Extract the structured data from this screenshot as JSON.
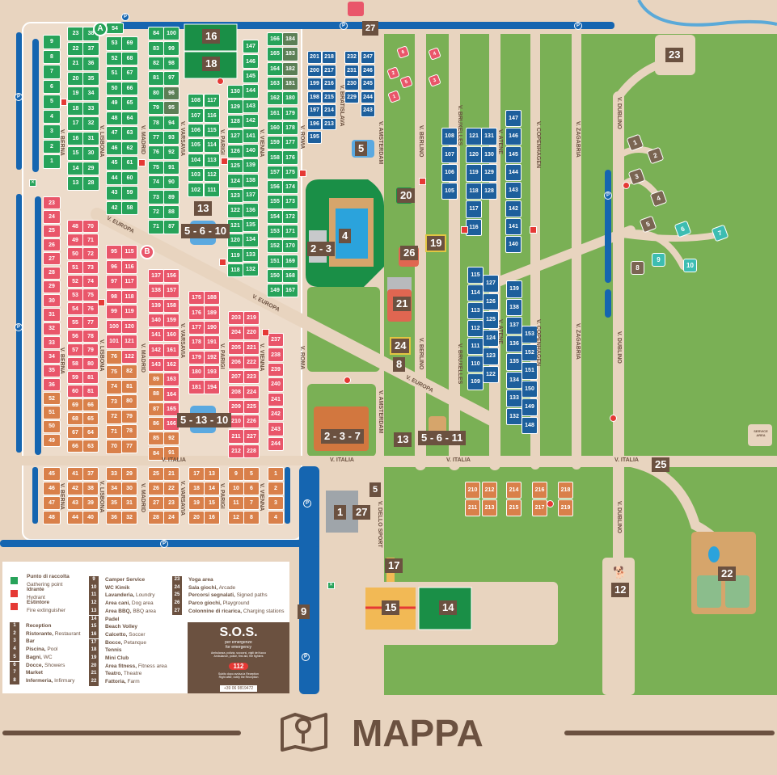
{
  "title": "MAPPA",
  "streets": {
    "berna": "V. BERNA",
    "lisbona": "V. LISBONA",
    "madrid": "V. MADRID",
    "varsavia": "V. VARSAVIA",
    "parigi": "V. PARIGI",
    "vienna": "V. VIENNA",
    "roma": "V. ROMA",
    "bratislava": "V. BRATISLAVA",
    "amsterdam": "V. AMSTERDAM",
    "berlino": "V. BERLINO",
    "bruxelles": "V. BRUXELLES",
    "atene": "V. ATENE",
    "copenhagen": "V. COPENHAGEN",
    "zagabria": "V. ZAGABRIA",
    "dublino": "V. DUBLINO",
    "europa": "V. EUROPA",
    "italia": "V. ITALIA",
    "sport": "V. DELLO SPORT"
  },
  "zones": {
    "a": "A",
    "b": "B"
  },
  "parking_symbol": "P",
  "service_area": "SERVICE AREA",
  "facilities": [
    "27",
    "16",
    "18",
    "5",
    "13",
    "5 - 6 - 10",
    "20",
    "4",
    "2 - 3",
    "26",
    "19",
    "21",
    "24",
    "8",
    "2 - 3 - 7",
    "13",
    "5 - 6 - 11",
    "5 - 13 - 10",
    "5",
    "1",
    "27",
    "17",
    "15",
    "14",
    "9",
    "25",
    "22",
    "12",
    "23"
  ],
  "bungalows": {
    "brown": [
      "1",
      "2",
      "3",
      "4",
      "5",
      "8"
    ],
    "teal": [
      "6",
      "7",
      "9",
      "10"
    ],
    "red": [
      "6",
      "5",
      "4",
      "3",
      "2",
      "1"
    ]
  },
  "plots": [
    {
      "c": "green",
      "n": [
        9,
        8,
        7,
        6,
        5,
        4,
        3,
        2,
        1
      ]
    },
    {
      "c": "green",
      "n": [
        23,
        22,
        21,
        20,
        19,
        18,
        17,
        16,
        15,
        14,
        13
      ]
    },
    {
      "c": "green",
      "n": [
        38,
        37,
        36,
        35,
        34,
        33,
        32,
        31,
        30,
        29,
        28
      ]
    },
    {
      "c": "green",
      "n": [
        54
      ]
    },
    {
      "c": "green",
      "n": [
        53,
        52,
        51,
        50,
        49,
        48,
        47,
        46,
        45,
        44,
        43,
        42
      ]
    },
    {
      "c": "green",
      "n": [
        69,
        68,
        67,
        66,
        65,
        64,
        63,
        62,
        61,
        60,
        59,
        58
      ]
    },
    {
      "c": "green",
      "n": [
        84,
        83,
        82,
        81,
        80,
        79,
        78,
        77,
        76,
        75,
        74,
        73,
        72,
        71
      ]
    },
    {
      "c": "green",
      "n": [
        100,
        99,
        98,
        97,
        96,
        95,
        94,
        93,
        92,
        91,
        90,
        89,
        88,
        87
      ]
    },
    {
      "c": "green",
      "n": [
        108,
        107,
        106,
        105,
        104,
        103,
        102
      ]
    },
    {
      "c": "green",
      "n": [
        117,
        116,
        115,
        114,
        113,
        112,
        111
      ]
    },
    {
      "c": "green",
      "n": [
        130,
        129,
        128,
        127,
        126,
        125,
        124,
        123,
        122,
        121,
        120,
        119,
        118
      ]
    },
    {
      "c": "green",
      "n": [
        147,
        146,
        145,
        144,
        143,
        142,
        141,
        140,
        139,
        138,
        137,
        136,
        135,
        134,
        133,
        132
      ]
    },
    {
      "c": "green",
      "n": [
        166,
        165,
        164,
        163,
        162,
        161,
        160,
        159,
        158,
        157,
        156,
        155,
        154,
        153,
        152,
        151,
        150,
        149
      ]
    },
    {
      "c": "green",
      "n": [
        184,
        183,
        182,
        181,
        180,
        179,
        178,
        177,
        176,
        175,
        174,
        173,
        172,
        171,
        170,
        169,
        168,
        167
      ]
    },
    {
      "c": "red",
      "n": [
        23,
        24,
        25,
        26,
        27,
        28,
        29,
        30,
        31,
        32,
        33,
        34,
        35,
        36
      ]
    },
    {
      "c": "orange",
      "n": [
        52,
        51,
        50,
        49
      ]
    },
    {
      "c": "red",
      "n": [
        48,
        49,
        50,
        51,
        52,
        53,
        54,
        55,
        56,
        57,
        58,
        59,
        60
      ]
    },
    {
      "c": "orange",
      "n": [
        69,
        68,
        67,
        66
      ]
    },
    {
      "c": "red",
      "n": [
        70,
        71,
        72,
        73,
        74,
        75,
        76,
        77,
        78,
        79,
        80,
        81,
        81
      ]
    },
    {
      "c": "orange",
      "n": [
        66,
        65,
        64,
        63
      ]
    },
    {
      "c": "red",
      "n": [
        95,
        96,
        97,
        98,
        99,
        100,
        101
      ]
    },
    {
      "c": "orange",
      "n": [
        76,
        75,
        74,
        73,
        72,
        71,
        70
      ]
    },
    {
      "c": "red",
      "n": [
        115,
        116,
        117,
        118,
        119,
        120,
        121,
        122
      ]
    },
    {
      "c": "orange",
      "n": [
        82,
        81,
        80,
        79,
        78,
        77
      ]
    },
    {
      "c": "red",
      "n": [
        137,
        138,
        139,
        140,
        141,
        142,
        143
      ]
    },
    {
      "c": "orange",
      "n": [
        89,
        88,
        87,
        86,
        85,
        84
      ]
    },
    {
      "c": "red",
      "n": [
        156,
        157,
        158,
        159,
        160,
        161,
        162,
        163,
        164,
        165,
        166
      ]
    },
    {
      "c": "orange",
      "n": [
        92,
        91
      ]
    },
    {
      "c": "red",
      "n": [
        175,
        176,
        177,
        178,
        179,
        180,
        181
      ]
    },
    {
      "c": "red",
      "n": [
        188,
        189,
        190,
        191,
        192,
        193,
        194
      ]
    },
    {
      "c": "red",
      "n": [
        203,
        204,
        205,
        206,
        207,
        208,
        209,
        210,
        211,
        212
      ]
    },
    {
      "c": "red",
      "n": [
        219,
        220,
        221,
        222,
        223,
        224,
        225,
        226,
        227,
        228
      ]
    },
    {
      "c": "red",
      "n": [
        237,
        238,
        239,
        240,
        241,
        242,
        243,
        244
      ]
    },
    {
      "c": "blue",
      "n": [
        201,
        200,
        199,
        198,
        197,
        196,
        195
      ]
    },
    {
      "c": "blue",
      "n": [
        218,
        217,
        216,
        215,
        214,
        213
      ]
    },
    {
      "c": "blue",
      "n": [
        232,
        231,
        230,
        229
      ]
    },
    {
      "c": "blue",
      "n": [
        247,
        246,
        245,
        244,
        243
      ]
    },
    {
      "c": "blue",
      "n": [
        108,
        107,
        106,
        105
      ]
    },
    {
      "c": "blue",
      "n": [
        121,
        120,
        119,
        118,
        117,
        116
      ]
    },
    {
      "c": "blue",
      "n": [
        131,
        130,
        129,
        128
      ]
    },
    {
      "c": "blue",
      "n": [
        147,
        146,
        145,
        144,
        143,
        142,
        141,
        140
      ]
    },
    {
      "c": "blue",
      "n": [
        115,
        114,
        113,
        112,
        111,
        110,
        109
      ]
    },
    {
      "c": "blue",
      "n": [
        127,
        126,
        125,
        124,
        123,
        122
      ]
    },
    {
      "c": "blue",
      "n": [
        139,
        138,
        137,
        136,
        135,
        134,
        133,
        132
      ]
    },
    {
      "c": "blue",
      "n": [
        153,
        152,
        151,
        150,
        149,
        148
      ]
    },
    {
      "c": "orange",
      "n": [
        45,
        46,
        47,
        48
      ]
    },
    {
      "c": "orange",
      "n": [
        41,
        42,
        43,
        44
      ]
    },
    {
      "c": "orange",
      "n": [
        37,
        38,
        39,
        40
      ]
    },
    {
      "c": "orange",
      "n": [
        33,
        34,
        35,
        36
      ]
    },
    {
      "c": "orange",
      "n": [
        29,
        30,
        31,
        32
      ]
    },
    {
      "c": "orange",
      "n": [
        25,
        26,
        27,
        28
      ]
    },
    {
      "c": "orange",
      "n": [
        21,
        22,
        23,
        24
      ]
    },
    {
      "c": "orange",
      "n": [
        17,
        18,
        19,
        20
      ]
    },
    {
      "c": "orange",
      "n": [
        13,
        14,
        15,
        16
      ]
    },
    {
      "c": "orange",
      "n": [
        9,
        10,
        11,
        12
      ]
    },
    {
      "c": "orange",
      "n": [
        5,
        6,
        7,
        8
      ]
    },
    {
      "c": "orange",
      "n": [
        1,
        2,
        3,
        4
      ]
    },
    {
      "c": "orange",
      "n": [
        210,
        211
      ]
    },
    {
      "c": "orange",
      "n": [
        212,
        213
      ]
    },
    {
      "c": "orange",
      "n": [
        214,
        215
      ]
    },
    {
      "c": "orange",
      "n": [
        216,
        217
      ]
    },
    {
      "c": "orange",
      "n": [
        218,
        219
      ]
    }
  ],
  "legend": {
    "symbols": [
      {
        "it": "Punto di raccolta",
        "en": "Gathering point"
      },
      {
        "it": "Idrante",
        "en": "Hydrant"
      },
      {
        "it": "Estintore",
        "en": "Fire extinguisher"
      }
    ],
    "items": [
      {
        "n": "1",
        "it": "Reception",
        "en": ""
      },
      {
        "n": "2",
        "it": "Ristorante,",
        "en": "Restaurant"
      },
      {
        "n": "3",
        "it": "Bar",
        "en": ""
      },
      {
        "n": "4",
        "it": "Piscina,",
        "en": "Pool"
      },
      {
        "n": "5",
        "it": "Bagni,",
        "en": "WC"
      },
      {
        "n": "6",
        "it": "Docce,",
        "en": "Showers"
      },
      {
        "n": "7",
        "it": "Market",
        "en": ""
      },
      {
        "n": "8",
        "it": "Infermeria,",
        "en": "Infirmary"
      },
      {
        "n": "9",
        "it": "Camper Service",
        "en": ""
      },
      {
        "n": "10",
        "it": "WC Kimik",
        "en": ""
      },
      {
        "n": "11",
        "it": "Lavanderia,",
        "en": "Loundry"
      },
      {
        "n": "12",
        "it": "Area cani,",
        "en": "Dog area"
      },
      {
        "n": "13",
        "it": "Area BBQ,",
        "en": "BBQ area"
      },
      {
        "n": "14",
        "it": "Padel",
        "en": ""
      },
      {
        "n": "15",
        "it": "Beach Volley",
        "en": ""
      },
      {
        "n": "16",
        "it": "Calcetto,",
        "en": "Soccer"
      },
      {
        "n": "17",
        "it": "Bocce,",
        "en": "Petanque"
      },
      {
        "n": "18",
        "it": "Tennis",
        "en": ""
      },
      {
        "n": "19",
        "it": "Mini Club",
        "en": ""
      },
      {
        "n": "20",
        "it": "Area fitness,",
        "en": "Fitness area"
      },
      {
        "n": "21",
        "it": "Teatro,",
        "en": "Theatre"
      },
      {
        "n": "22",
        "it": "Fattoria,",
        "en": "Farm"
      },
      {
        "n": "23",
        "it": "Yoga area",
        "en": ""
      },
      {
        "n": "24",
        "it": "Sala giochi,",
        "en": "Arcade"
      },
      {
        "n": "25",
        "it": "Percorsi segnalati,",
        "en": "Signed paths"
      },
      {
        "n": "26",
        "it": "Parco giochi,",
        "en": "Playground"
      },
      {
        "n": "27",
        "it": "Colonnine di ricarica,",
        "en": "Charging stations"
      }
    ]
  },
  "sos": {
    "title": "S.O.S.",
    "sub1": "per emergenze",
    "sub2": "for emergency",
    "services_it": "Ambulanza, polizia, soccorsi, vigili del fuoco",
    "services_en": "Ambulance, police, first aid, fire fighters",
    "number": "112",
    "note_it": "Subito dopo avvisa la Reception",
    "note_en": "Right after, notify the Reception",
    "phone": "+39 06 9819472"
  },
  "colors": {
    "green": "#27a35a",
    "red": "#e9566a",
    "orange": "#d9804a",
    "blue": "#1d5f9c",
    "brown": "#6b5140",
    "grass": "#7ab055",
    "road": "#e8d4bf",
    "parking": "#1565b0"
  }
}
